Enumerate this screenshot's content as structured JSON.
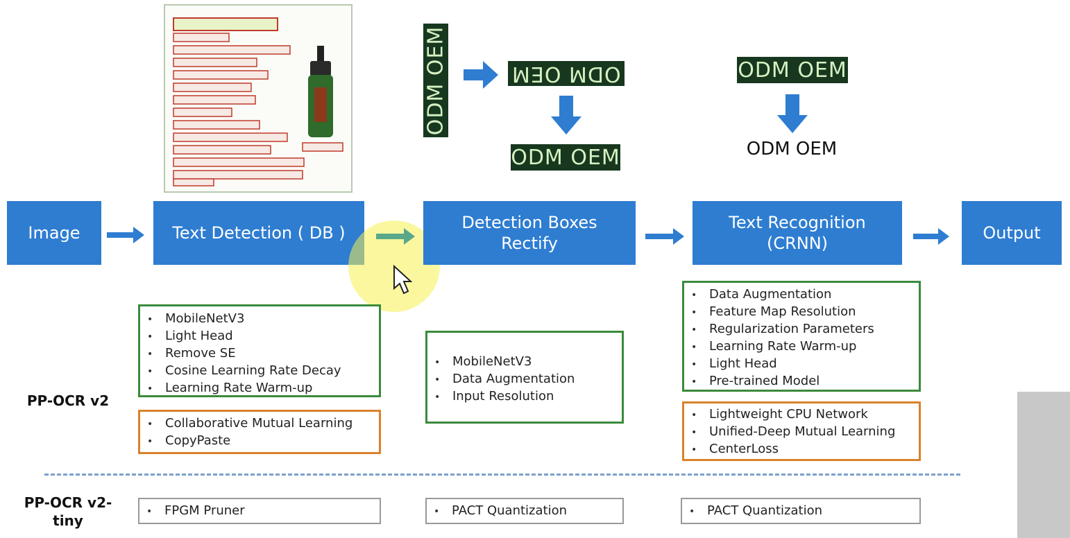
{
  "pipeline": {
    "image": "Image",
    "text_detection": "Text Detection ( DB )",
    "detection_boxes_line1": "Detection Boxes",
    "detection_boxes_line2": "Rectify",
    "text_recognition_line1": "Text Recognition",
    "text_recognition_line2": "(CRNN)",
    "output": "Output"
  },
  "ocr_examples": {
    "vertical_crop": "ODM OEM",
    "flipped_crop": "ODM OEM",
    "rectified_crop": "ODM OEM",
    "recognition_input": "ODM OEM",
    "recognition_output": "ODM OEM"
  },
  "rows": {
    "v2": "PP-OCR v2",
    "v2_tiny_line1": "PP-OCR v2-",
    "v2_tiny_line2": "tiny"
  },
  "detection_green": [
    "MobileNetV3",
    "Light Head",
    "Remove SE",
    "Cosine Learning Rate Decay",
    "Learning Rate Warm-up"
  ],
  "detection_orange": [
    "Collaborative Mutual Learning",
    "CopyPaste"
  ],
  "rectify_green": [
    "MobileNetV3",
    "Data Augmentation",
    "Input Resolution"
  ],
  "recognition_green": [
    "Data Augmentation",
    "Feature Map Resolution",
    "Regularization Parameters",
    "Learning Rate Warm-up",
    "Light Head",
    "Pre-trained Model"
  ],
  "recognition_orange": [
    "Lightweight CPU Network",
    "Unified-Deep Mutual Learning",
    "CenterLoss"
  ],
  "tiny": {
    "detection": "FPGM Pruner",
    "rectify": "PACT Quantization",
    "recognition": "PACT Quantization"
  },
  "colors": {
    "pipeline_blue": "#2e7dd1",
    "green_border": "#3a8a3a",
    "orange_border": "#d9822b",
    "crop_bg": "#17381f",
    "crop_text": "#d7f0c2",
    "dashed_divider": "#7aa0c8"
  }
}
